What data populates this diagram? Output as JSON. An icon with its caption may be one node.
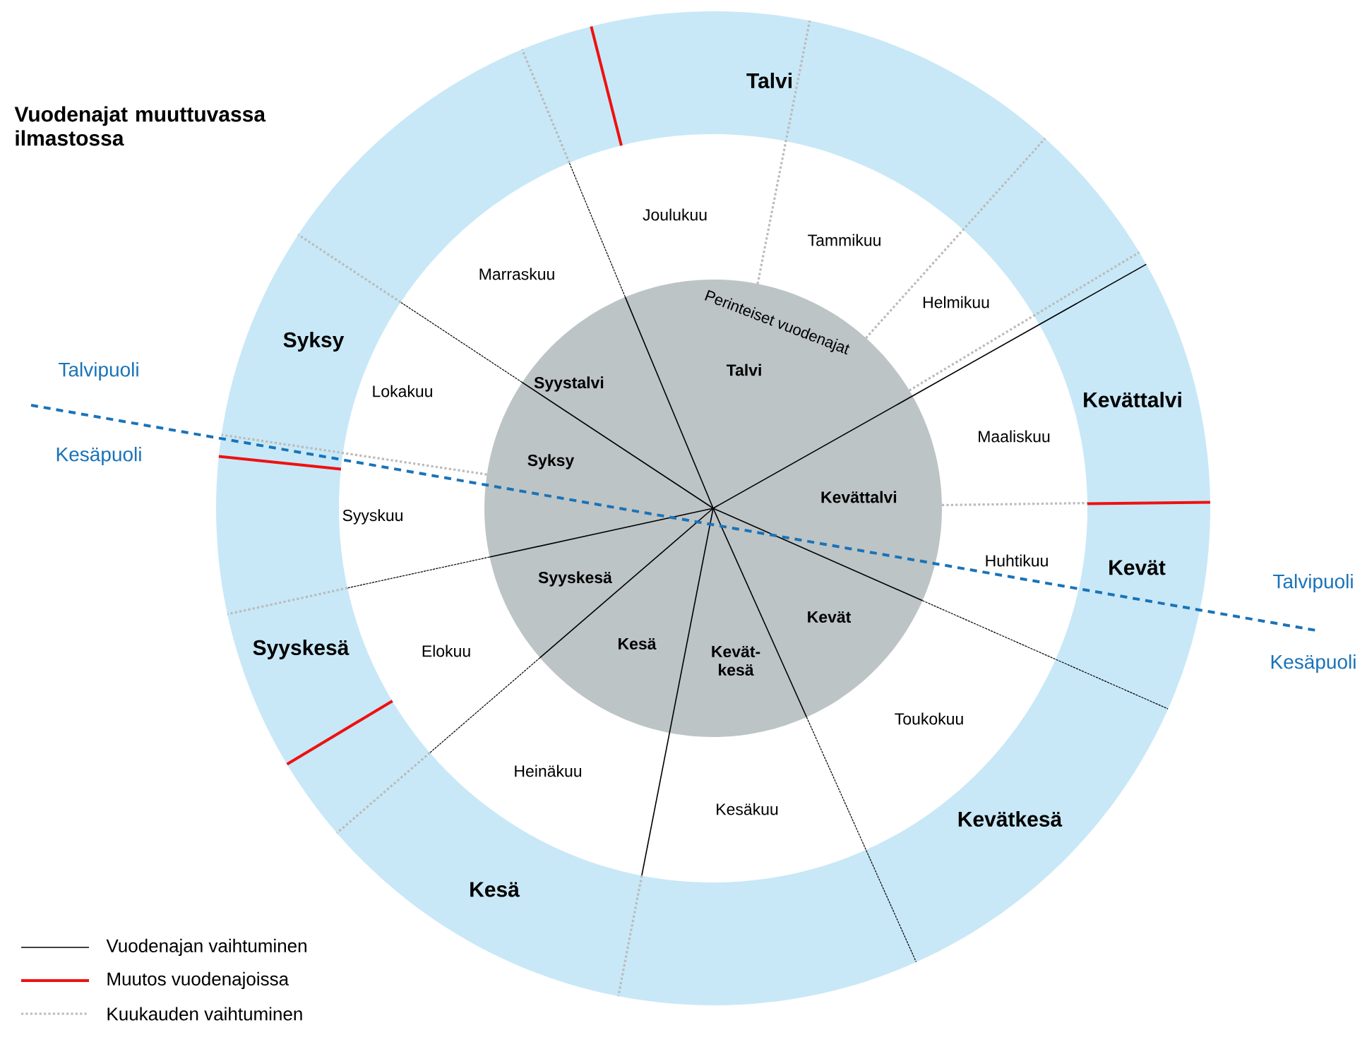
{
  "diagram": {
    "title": "Vuodenajat muuttuvassa ilmastossa",
    "labels": [
      "Talvi",
      "Joulukuu",
      "Tammikuu",
      "Marraskuu",
      "Helmikuu",
      "Perinteiset vuodenajat",
      "Syksy",
      "Talvipuoli",
      "Talvi",
      "Syystalvi",
      "Lokakuu",
      "Kevättalvi",
      "Maaliskuu",
      "Kesäpuoli",
      "Syksy",
      "Kevättalvi",
      "Syyskuu",
      "Huhtikuu",
      "Kevät",
      "Syyskesä",
      "Talvipuoli",
      "Kevät",
      "Kesä",
      "Syyskesä",
      "Elokuu",
      "Kevät- kesä",
      "Kesäpuoli",
      "Toukokuu",
      "Heinäkuu",
      "Kesäkuu",
      "Kevätkesä",
      "Kesä"
    ],
    "legend": [
      {
        "text": "Vuodenajan vaihtuminen"
      },
      {
        "text": "Muutos vuodenajoissa"
      },
      {
        "text": "Kuukauden vaihtuminen"
      }
    ]
  }
}
